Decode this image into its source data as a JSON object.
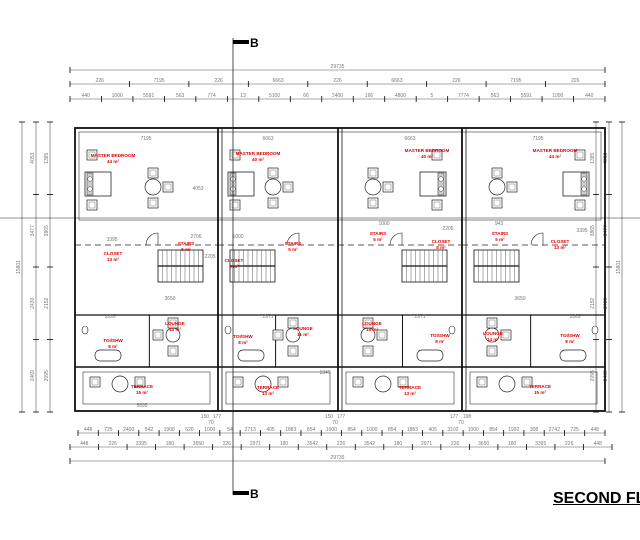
{
  "drawing": {
    "title": "SECOND FLO",
    "section_marker": "B"
  },
  "dimensions": {
    "top_overall": "29735",
    "top_row2": [
      "226",
      "7195",
      "226",
      "6663",
      "226",
      "6663",
      "226",
      "7195",
      "226"
    ],
    "top_row3": [
      "440",
      "1000",
      "5591",
      "563",
      "774",
      "13",
      "5100",
      "66",
      "2400",
      "166",
      "4800",
      "5",
      "7774",
      "563",
      "5591",
      "1000",
      "440"
    ],
    "bottom_row1": [
      "448",
      "725",
      "2400",
      "542",
      "1908",
      "626",
      "1000",
      "54",
      "2713",
      "405",
      "1883",
      "854",
      "1000",
      "854",
      "1000",
      "854",
      "1883",
      "405",
      "3102",
      "1000",
      "854",
      "1992",
      "308",
      "2742",
      "725",
      "448"
    ],
    "bottom_row2": [
      "448",
      "226",
      "3395",
      "180",
      "3650",
      "226",
      "2971",
      "180",
      "3542",
      "226",
      "3542",
      "180",
      "2971",
      "226",
      "3650",
      "180",
      "3395",
      "226",
      "448"
    ],
    "bottom_overall": "29735",
    "left": [
      "15801",
      "4053",
      "3477",
      "2430",
      "2469",
      "1385",
      "3865",
      "2152",
      "2095"
    ],
    "right": [
      "15801",
      "4053",
      "3477",
      "2430",
      "2469",
      "1385",
      "3865",
      "2152",
      "2095"
    ],
    "interior": [
      "7195",
      "6663",
      "6663",
      "7195",
      "4053",
      "3395",
      "2205",
      "2205",
      "3395",
      "3650",
      "3650",
      "2706",
      "1000",
      "943",
      "1000",
      "2971",
      "3395",
      "3365",
      "2971",
      "1349",
      "5895"
    ],
    "wall_notes": [
      "150",
      "177",
      "70",
      "150",
      "177",
      "70",
      "177",
      "198",
      "70"
    ]
  },
  "units": [
    {
      "rooms": [
        {
          "name": "MASTER BEDROOM",
          "area": "44 m²"
        },
        {
          "name": "CLOSET",
          "area": "13 m²"
        },
        {
          "name": "STAIRS",
          "area": "5 m²"
        },
        {
          "name": "TOI/SHW",
          "area": "8 m²"
        },
        {
          "name": "LOUNGE",
          "area": "14 m²"
        },
        {
          "name": "TERRACE",
          "area": "15 m²"
        }
      ]
    },
    {
      "rooms": [
        {
          "name": "MASTER BEDROOM",
          "area": "40 m²"
        },
        {
          "name": "CLOSET",
          "area": "8 m²"
        },
        {
          "name": "STAIRS",
          "area": "5 m²"
        },
        {
          "name": "TOI/SHW",
          "area": "8 m²"
        },
        {
          "name": "LOUNGE",
          "area": "11 m²"
        },
        {
          "name": "TERRACE",
          "area": "13 m²"
        }
      ]
    },
    {
      "rooms": [
        {
          "name": "MASTER BEDROOM",
          "area": "40 m²"
        },
        {
          "name": "CLOSET",
          "area": "8 m²"
        },
        {
          "name": "STAIRS",
          "area": "5 m²"
        },
        {
          "name": "TOI/SHW",
          "area": "8 m²"
        },
        {
          "name": "LOUNGE",
          "area": "15 m²"
        },
        {
          "name": "TERRACE",
          "area": "13 m²"
        }
      ]
    },
    {
      "rooms": [
        {
          "name": "MASTER BEDROOM",
          "area": "44 m²"
        },
        {
          "name": "CLOSET",
          "area": "13 m²"
        },
        {
          "name": "STAIRS",
          "area": "5 m²"
        },
        {
          "name": "TOI/SHW",
          "area": "8 m²"
        },
        {
          "name": "LOUNGE",
          "area": "14 m²"
        },
        {
          "name": "TERRACE",
          "area": "15 m²"
        }
      ]
    }
  ]
}
